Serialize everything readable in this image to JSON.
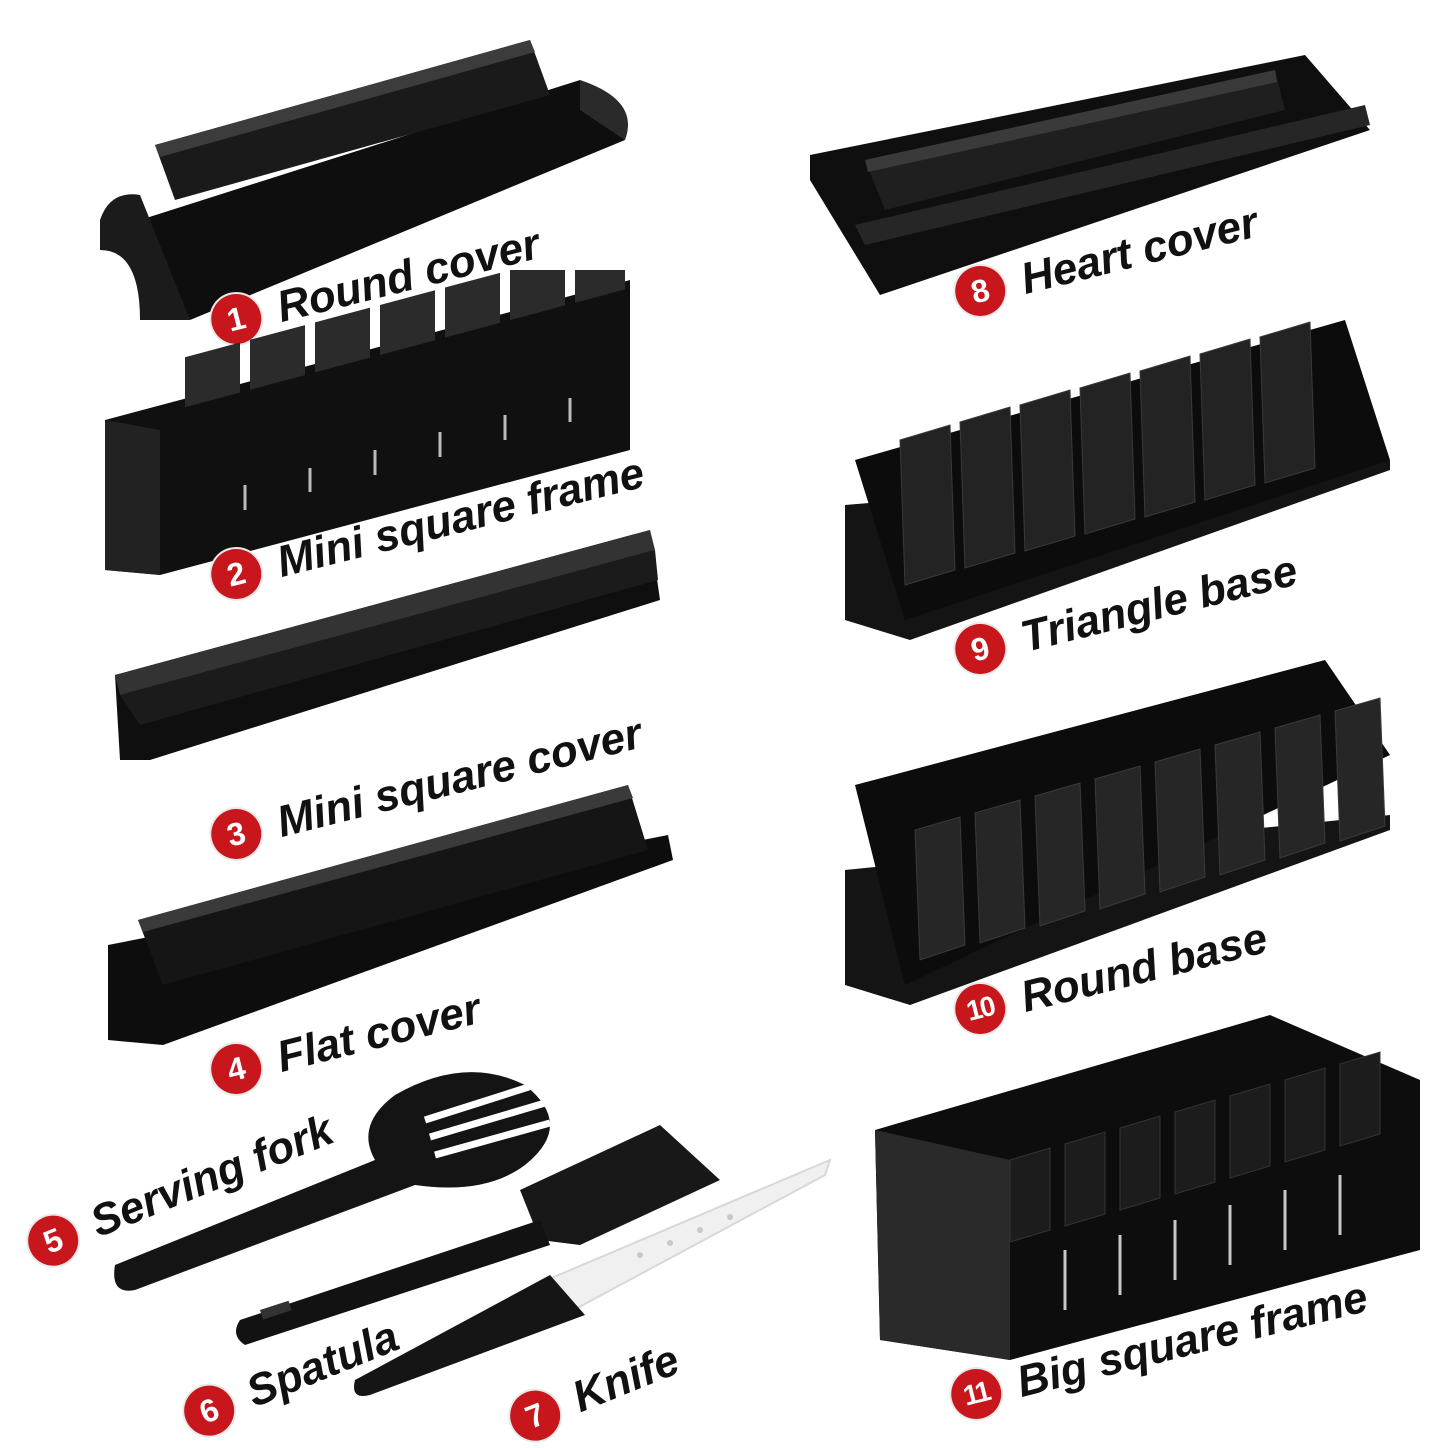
{
  "parts": [
    {
      "number": "1",
      "name": "Round cover"
    },
    {
      "number": "2",
      "name": "Mini square frame"
    },
    {
      "number": "3",
      "name": "Mini square cover"
    },
    {
      "number": "4",
      "name": "Flat cover"
    },
    {
      "number": "5",
      "name": "Serving fork"
    },
    {
      "number": "6",
      "name": "Spatula"
    },
    {
      "number": "7",
      "name": "Knife"
    },
    {
      "number": "8",
      "name": "Heart cover"
    },
    {
      "number": "9",
      "name": "Triangle base"
    },
    {
      "number": "10",
      "name": "Round base"
    },
    {
      "number": "11",
      "name": "Big square frame"
    }
  ],
  "colors": {
    "badge": "#c8161d",
    "badge_text": "#ffffff",
    "label_text": "#111111",
    "product": "#111111",
    "background": "#ffffff"
  }
}
